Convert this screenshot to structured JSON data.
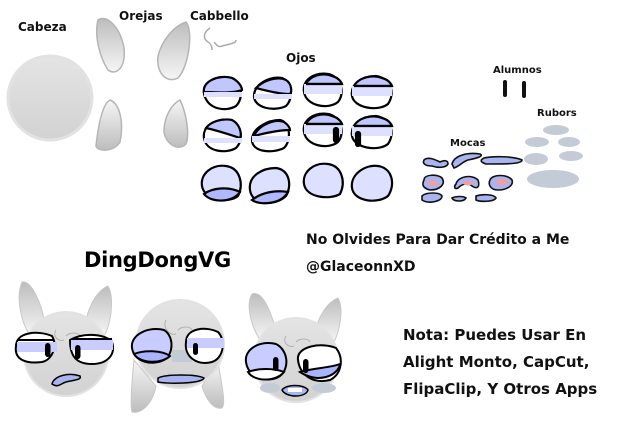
{
  "labels": {
    "head": "Cabeza",
    "ears": "Orejas",
    "hair": "Cabbello",
    "eyes": "Ojos",
    "pupils": "Alumnos",
    "blush": "Rubors",
    "mouths": "Mocas"
  },
  "title": "DingDongVG",
  "credit": {
    "line1": "No Olvides Para Dar Crédito a Me",
    "line2": "@GlaceonnXD"
  },
  "note": {
    "line1": "Nota: Puedes Usar En",
    "line2": "Alight Monto, CapCut,",
    "line3": "FlipaClip, Y Otros Apps"
  },
  "colors": {
    "head_fill": "#d9d9d9",
    "ear_fill": "#cfcfcf",
    "outline_grey": "#b5b5b5",
    "eye_blue": "#c8ccff",
    "eye_blue_dark": "#9aa3f0",
    "mouth_blue": "#a9b4f0",
    "mouth_pink": "#f0a0a0",
    "blush": "#c3ccd6"
  },
  "icons": {
    "head": "circle-head-icon",
    "ear": "ear-shape-icon",
    "hair": "hair-tuft-icon",
    "eye": "eye-shape-icon",
    "pupil": "pupil-icon",
    "blush": "blush-icon",
    "mouth": "mouth-icon"
  }
}
